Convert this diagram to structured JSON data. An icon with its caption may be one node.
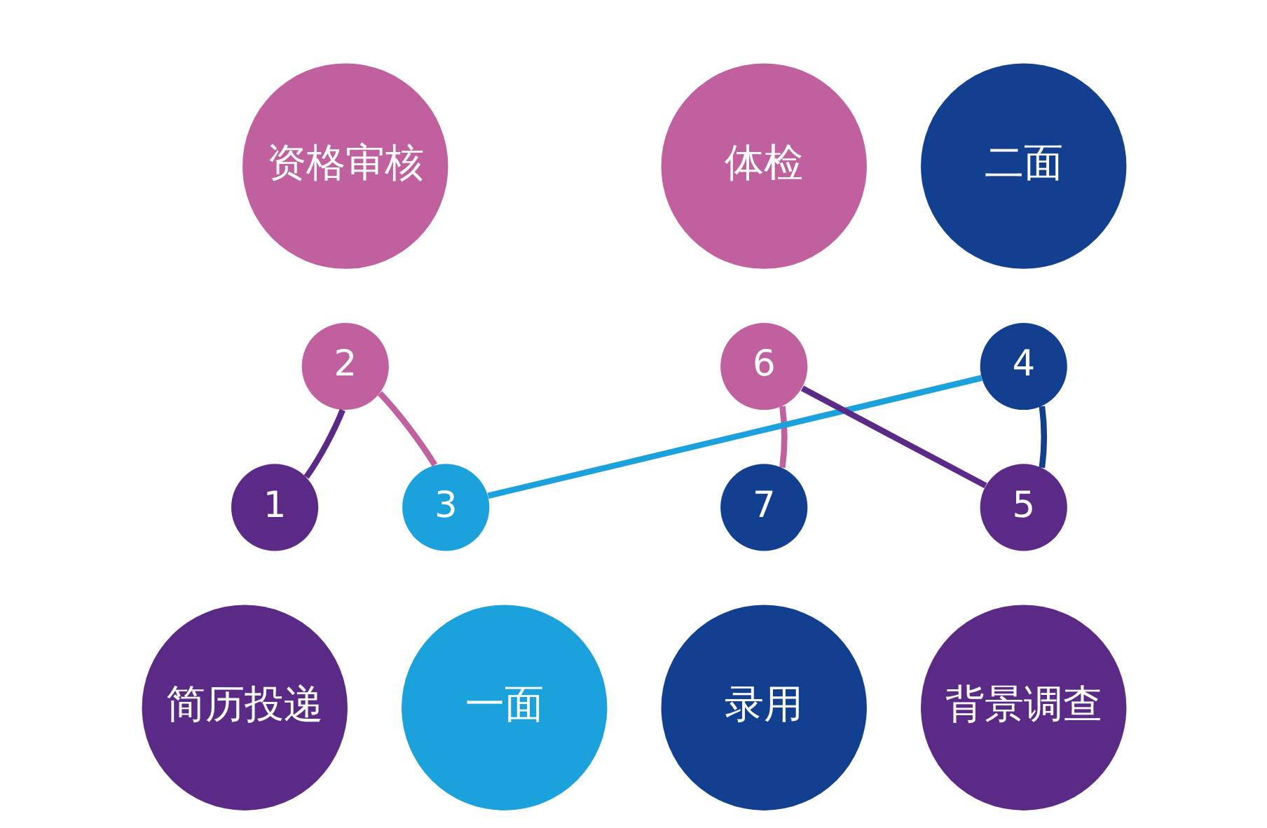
{
  "diagram": {
    "nodes": [
      {
        "text": [
          "资格审核"
        ]
      },
      {
        "text": [
          "二面"
        ]
      },
      {
        "text": [
          "体检"
        ]
      },
      {
        "text": [
          "2"
        ]
      },
      {
        "text": [
          "4"
        ]
      },
      {
        "text": [
          "6"
        ]
      },
      {
        "text": [
          "1"
        ]
      },
      {
        "text": [
          "3"
        ]
      },
      {
        "text": [
          "5"
        ]
      },
      {
        "text": [
          "7"
        ]
      },
      {
        "text": [
          "简历投递"
        ]
      },
      {
        "text": [
          "一面"
        ]
      },
      {
        "text": [
          "背景调查"
        ]
      },
      {
        "text": [
          "录用"
        ]
      }
    ],
    "edges": [
      {
        "from": 6,
        "to": 3,
        "arrow": "none",
        "color": "#5b2a86"
      },
      {
        "from": 3,
        "to": 7,
        "arrow": "none",
        "color": "#c0609f"
      },
      {
        "from": 7,
        "to": 4,
        "arrow": "none",
        "color": "#1ba1dc"
      },
      {
        "from": 4,
        "to": 8,
        "arrow": "none",
        "color": "#123f8f"
      },
      {
        "from": 8,
        "to": 5,
        "arrow": "none",
        "color": "#5b2a86"
      },
      {
        "from": 5,
        "to": 9,
        "arrow": "none",
        "color": "#c0609f"
      }
    ]
  }
}
